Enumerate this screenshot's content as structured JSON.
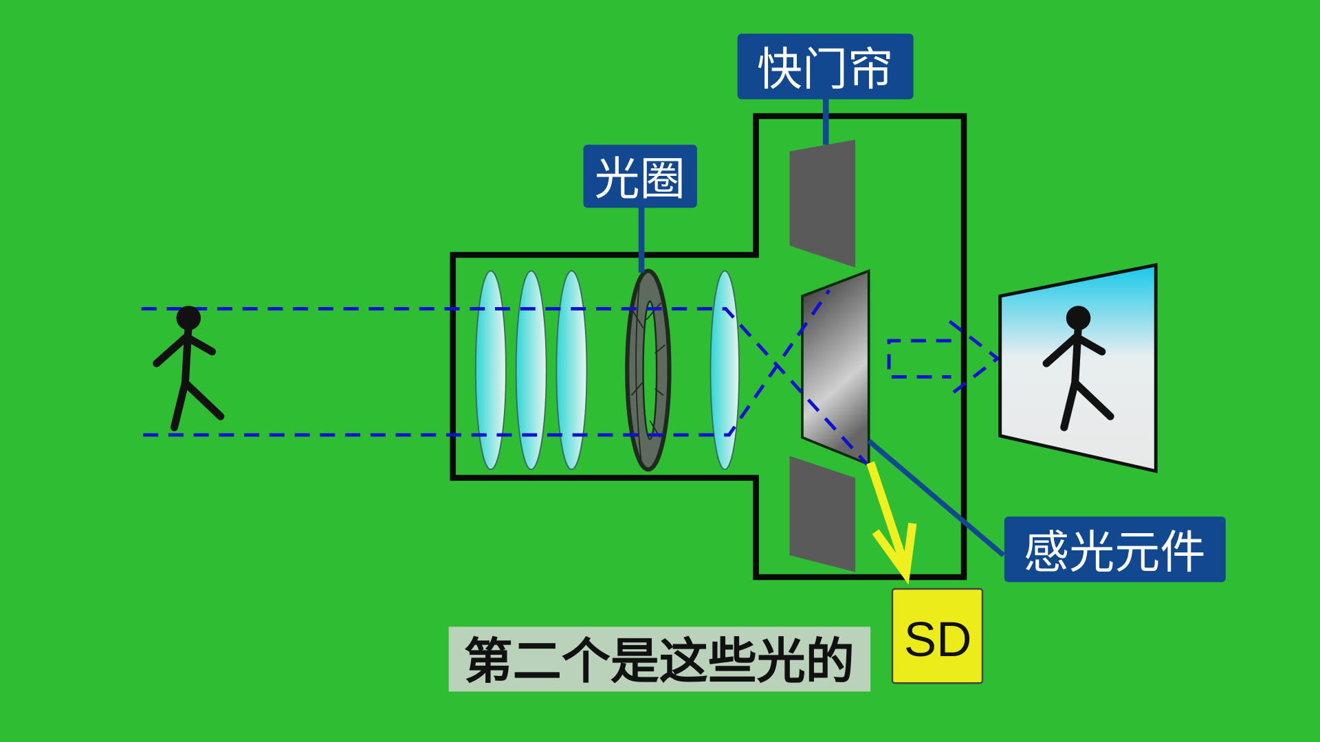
{
  "labels": {
    "shutter_curtain": "快门帘",
    "aperture": "光圈",
    "sensor": "感光元件",
    "storage": "SD"
  },
  "subtitle": "第二个是这些光的",
  "colors": {
    "background": "#2fbd33",
    "label_box": "#12488f",
    "ray": "#1010d0",
    "sd_card": "#ecec1a",
    "arrow": "#f0f020"
  }
}
